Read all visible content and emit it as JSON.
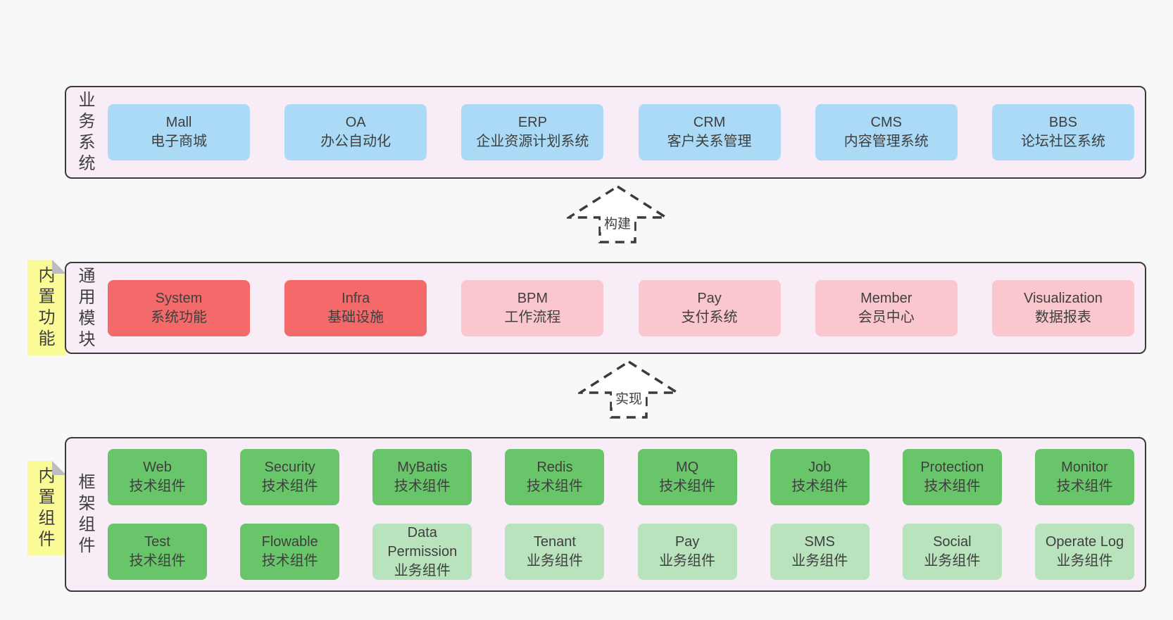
{
  "colors": {
    "page-bg": "#f8f8f8",
    "panel-bg": "#f8edf6",
    "panel-border": "#3b3b3b",
    "text": "#3f3f3f",
    "blue": "#aadaf5",
    "red": "#f46a6a",
    "pink": "#fbc7cf",
    "green": "#69c569",
    "green-light": "#b9e3bc",
    "sticky": "#fafa96",
    "sticky-fold": "#bdbdbd",
    "arrow-fill": "#ffffff"
  },
  "layers": {
    "business": {
      "label": "业务系统",
      "boxes": [
        {
          "title": "Mall",
          "subtitle": "电子商城"
        },
        {
          "title": "OA",
          "subtitle": "办公自动化"
        },
        {
          "title": "ERP",
          "subtitle": "企业资源计划系统"
        },
        {
          "title": "CRM",
          "subtitle": "客户关系管理"
        },
        {
          "title": "CMS",
          "subtitle": "内容管理系统"
        },
        {
          "title": "BBS",
          "subtitle": "论坛社区系统"
        }
      ]
    },
    "modules": {
      "label": "通用模块",
      "sticky": "内置功能",
      "boxes": [
        {
          "title": "System",
          "subtitle": "系统功能",
          "variant": "red"
        },
        {
          "title": "Infra",
          "subtitle": "基础设施",
          "variant": "red"
        },
        {
          "title": "BPM",
          "subtitle": "工作流程",
          "variant": "pink"
        },
        {
          "title": "Pay",
          "subtitle": "支付系统",
          "variant": "pink"
        },
        {
          "title": "Member",
          "subtitle": "会员中心",
          "variant": "pink"
        },
        {
          "title": "Visualization",
          "subtitle": "数据报表",
          "variant": "pink"
        }
      ]
    },
    "components": {
      "label": "框架组件",
      "sticky": "内置组件",
      "row1": [
        {
          "title": "Web",
          "subtitle": "技术组件",
          "variant": "green"
        },
        {
          "title": "Security",
          "subtitle": "技术组件",
          "variant": "green"
        },
        {
          "title": "MyBatis",
          "subtitle": "技术组件",
          "variant": "green"
        },
        {
          "title": "Redis",
          "subtitle": "技术组件",
          "variant": "green"
        },
        {
          "title": "MQ",
          "subtitle": "技术组件",
          "variant": "green"
        },
        {
          "title": "Job",
          "subtitle": "技术组件",
          "variant": "green"
        },
        {
          "title": "Protection",
          "subtitle": "技术组件",
          "variant": "green"
        },
        {
          "title": "Monitor",
          "subtitle": "技术组件",
          "variant": "green"
        }
      ],
      "row2": [
        {
          "title": "Test",
          "subtitle": "技术组件",
          "variant": "green"
        },
        {
          "title": "Flowable",
          "subtitle": "技术组件",
          "variant": "green"
        },
        {
          "title": "Data Permission",
          "subtitle": "业务组件",
          "variant": "green-light"
        },
        {
          "title": "Tenant",
          "subtitle": "业务组件",
          "variant": "green-light"
        },
        {
          "title": "Pay",
          "subtitle": "业务组件",
          "variant": "green-light"
        },
        {
          "title": "SMS",
          "subtitle": "业务组件",
          "variant": "green-light"
        },
        {
          "title": "Social",
          "subtitle": "业务组件",
          "variant": "green-light"
        },
        {
          "title": "Operate Log",
          "subtitle": "业务组件",
          "variant": "green-light"
        }
      ]
    }
  },
  "arrows": {
    "build": "构建",
    "implement": "实现"
  }
}
